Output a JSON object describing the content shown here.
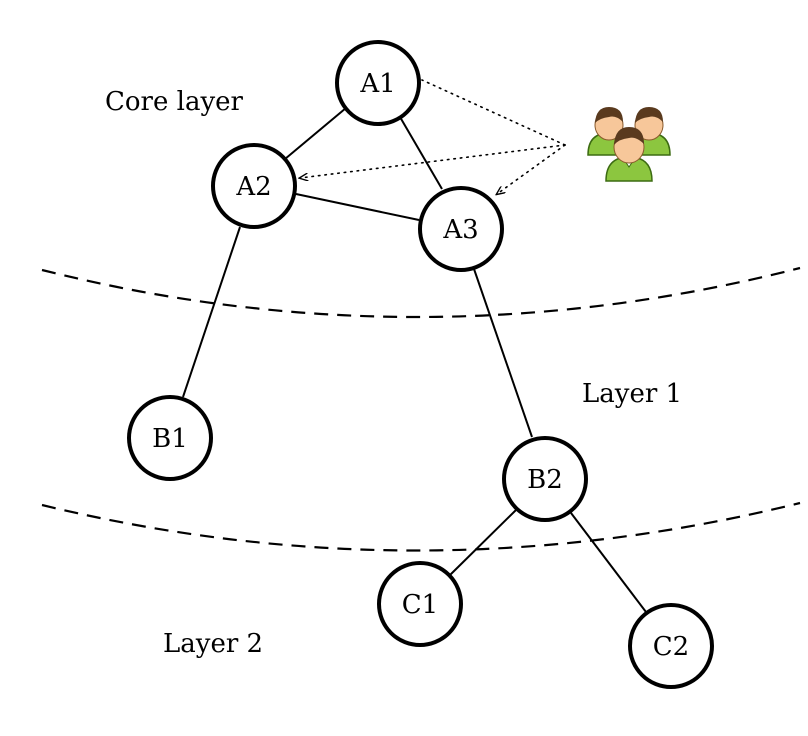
{
  "diagram": {
    "layer_labels": {
      "core": "Core layer",
      "layer1": "Layer 1",
      "layer2": "Layer 2"
    },
    "nodes": [
      {
        "id": "A1",
        "label": "A1"
      },
      {
        "id": "A2",
        "label": "A2"
      },
      {
        "id": "A3",
        "label": "A3"
      },
      {
        "id": "B1",
        "label": "B1"
      },
      {
        "id": "B2",
        "label": "B2"
      },
      {
        "id": "C1",
        "label": "C1"
      },
      {
        "id": "C2",
        "label": "C2"
      }
    ],
    "edges": [
      [
        "A1",
        "A2"
      ],
      [
        "A1",
        "A3"
      ],
      [
        "A2",
        "A3"
      ],
      [
        "A2",
        "B1"
      ],
      [
        "A3",
        "B2"
      ],
      [
        "B2",
        "C1"
      ],
      [
        "B2",
        "C2"
      ]
    ],
    "client_icon": "users-group-icon",
    "client_links": [
      "A1",
      "A2",
      "A3"
    ],
    "colors": {
      "stroke": "#000000",
      "background": "#ffffff",
      "user_shirt": "#8cc63f",
      "user_hair": "#5a3a1e",
      "user_skin": "#f7c79a"
    }
  }
}
